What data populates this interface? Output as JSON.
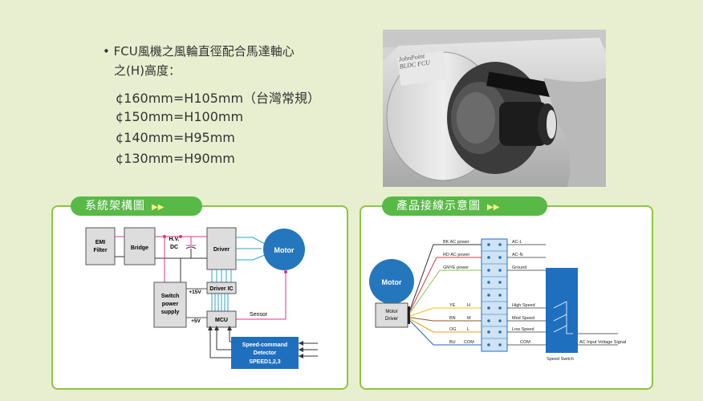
{
  "description": {
    "line1": "FCU風機之風輪直徑配合馬達軸心",
    "line2": "之(H)高度：",
    "specs": [
      "¢160mm=H105mm（台灣常規）",
      "¢150mm=H100mm",
      "¢140mm=H95mm",
      "¢130mm=H90mm"
    ]
  },
  "photo": {
    "label1": "JohnPoint",
    "label2": "BLDC FCU"
  },
  "left_panel": {
    "tab_label": "系統架構圖",
    "tab_arrows": "▶▶",
    "blocks": {
      "emi": "EMI Filter",
      "emi_1": "EMI",
      "emi_2": "Filter",
      "bridge": "Bridge",
      "hv_1": "H.V.",
      "hv_2": "DC",
      "driver": "Driver",
      "motor": "Motor",
      "sw_1": "Switch",
      "sw_2": "power",
      "sw_3": "supply",
      "driver_ic": "Driver IC",
      "mcu": "MCU",
      "v15": "+15V",
      "v5": "+5V",
      "sensor": "Sensor",
      "speed_1": "Speed-command",
      "speed_2": "Detector",
      "speed_3": "SPEED1,2,3"
    }
  },
  "right_panel": {
    "tab_label": "產品接線示意圖",
    "tab_arrows": "▶▶",
    "motor": "Motor",
    "motor_driver_1": "Motor",
    "motor_driver_2": "Driver",
    "wires_left": [
      {
        "color_label": "BK",
        "text": "AC power"
      },
      {
        "color_label": "RD",
        "text": "AC power"
      },
      {
        "color_label": "GNYE",
        "text": "power"
      },
      {
        "color_label": "YE",
        "text": "H"
      },
      {
        "color_label": "BN",
        "text": "M"
      },
      {
        "color_label": "OG",
        "text": "L"
      },
      {
        "color_label": "BU",
        "text": "COM"
      }
    ],
    "wires_right": [
      "AC-L",
      "AC-N",
      "Ground",
      "High Speed",
      "Med Speed",
      "Low Speed",
      "COM"
    ],
    "ac_input": "AC Input Voltage Signal",
    "speed_switch": "Speed  Switch"
  },
  "colors": {
    "accent_green": "#58b947",
    "panel_border": "#8cc63f",
    "motor_blue": "#2577bd",
    "terminal_blue": "#1f6fbf"
  }
}
